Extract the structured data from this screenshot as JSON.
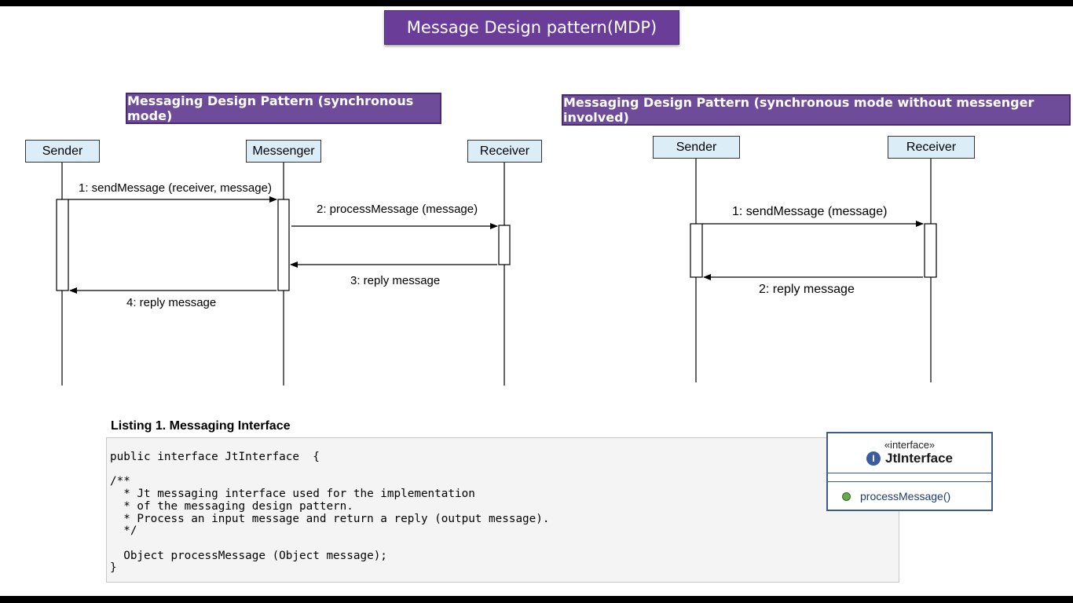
{
  "title": "Message Design pattern(MDP)",
  "left_diagram": {
    "heading": "Messaging Design Pattern (synchronous mode)",
    "lifelines": [
      "Sender",
      "Messenger",
      "Receiver"
    ],
    "messages": [
      "1: sendMessage (receiver, message)",
      "2: processMessage (message)",
      "3: reply message",
      "4: reply message"
    ]
  },
  "right_diagram": {
    "heading": "Messaging Design Pattern (synchronous mode without messenger involved)",
    "lifelines": [
      "Sender",
      "Receiver"
    ],
    "messages": [
      "1: sendMessage (message)",
      "2: reply message"
    ]
  },
  "listing": {
    "title": "Listing 1. Messaging Interface",
    "code": "public interface JtInterface  {\n\n/**\n  * Jt messaging interface used for the implementation\n  * of the messaging design pattern.\n  * Process an input message and return a reply (output message).\n  */\n\n  Object processMessage (Object message);\n}"
  },
  "uml": {
    "stereotype": "«interface»",
    "icon_letter": "I",
    "name": "JtInterface",
    "operation": "processMessage()"
  }
}
